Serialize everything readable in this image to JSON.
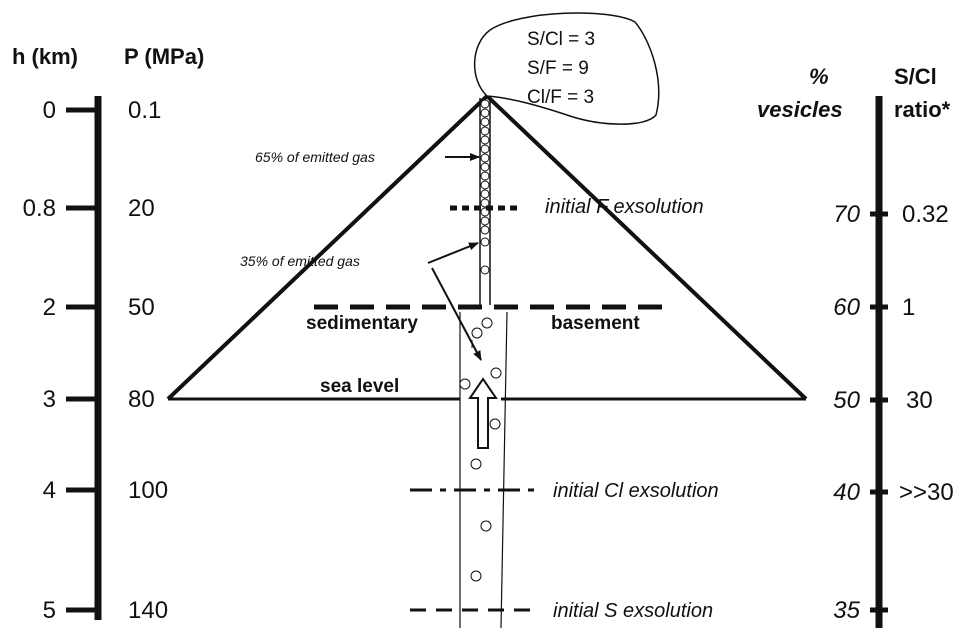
{
  "left_axis": {
    "h_header": "h (km)",
    "p_header": "P (MPa)",
    "ticks": [
      {
        "h": "0",
        "p": "0.1"
      },
      {
        "h": "0.8",
        "p": "20"
      },
      {
        "h": "2",
        "p": "50"
      },
      {
        "h": "3",
        "p": "80"
      },
      {
        "h": "4",
        "p": "100"
      },
      {
        "h": "5",
        "p": "140"
      }
    ]
  },
  "right_axis": {
    "vesicles_header_line1": "%",
    "vesicles_header_line2": "vesicles",
    "ratio_header_line1": "S/Cl",
    "ratio_header_line2": "ratio*",
    "ticks": [
      {
        "vesicles": "70",
        "ratio": "0.32"
      },
      {
        "vesicles": "60",
        "ratio": "1"
      },
      {
        "vesicles": "50",
        "ratio": "30"
      },
      {
        "vesicles": "40",
        "ratio": ">>30"
      },
      {
        "vesicles": "35",
        "ratio": ""
      }
    ]
  },
  "gas_bubble": {
    "line1": "S/Cl = 3",
    "line2": "S/F = 9",
    "line3": "Cl/F = 3"
  },
  "labels": {
    "initial_f": "initial F exsolution",
    "initial_cl": "initial Cl exsolution",
    "initial_s": "initial S exsolution",
    "sedimentary": "sedimentary",
    "basement": "basement",
    "sea_level": "sea level",
    "emitted_65": "65% of emitted gas",
    "emitted_35": "35% of emitted gas"
  }
}
